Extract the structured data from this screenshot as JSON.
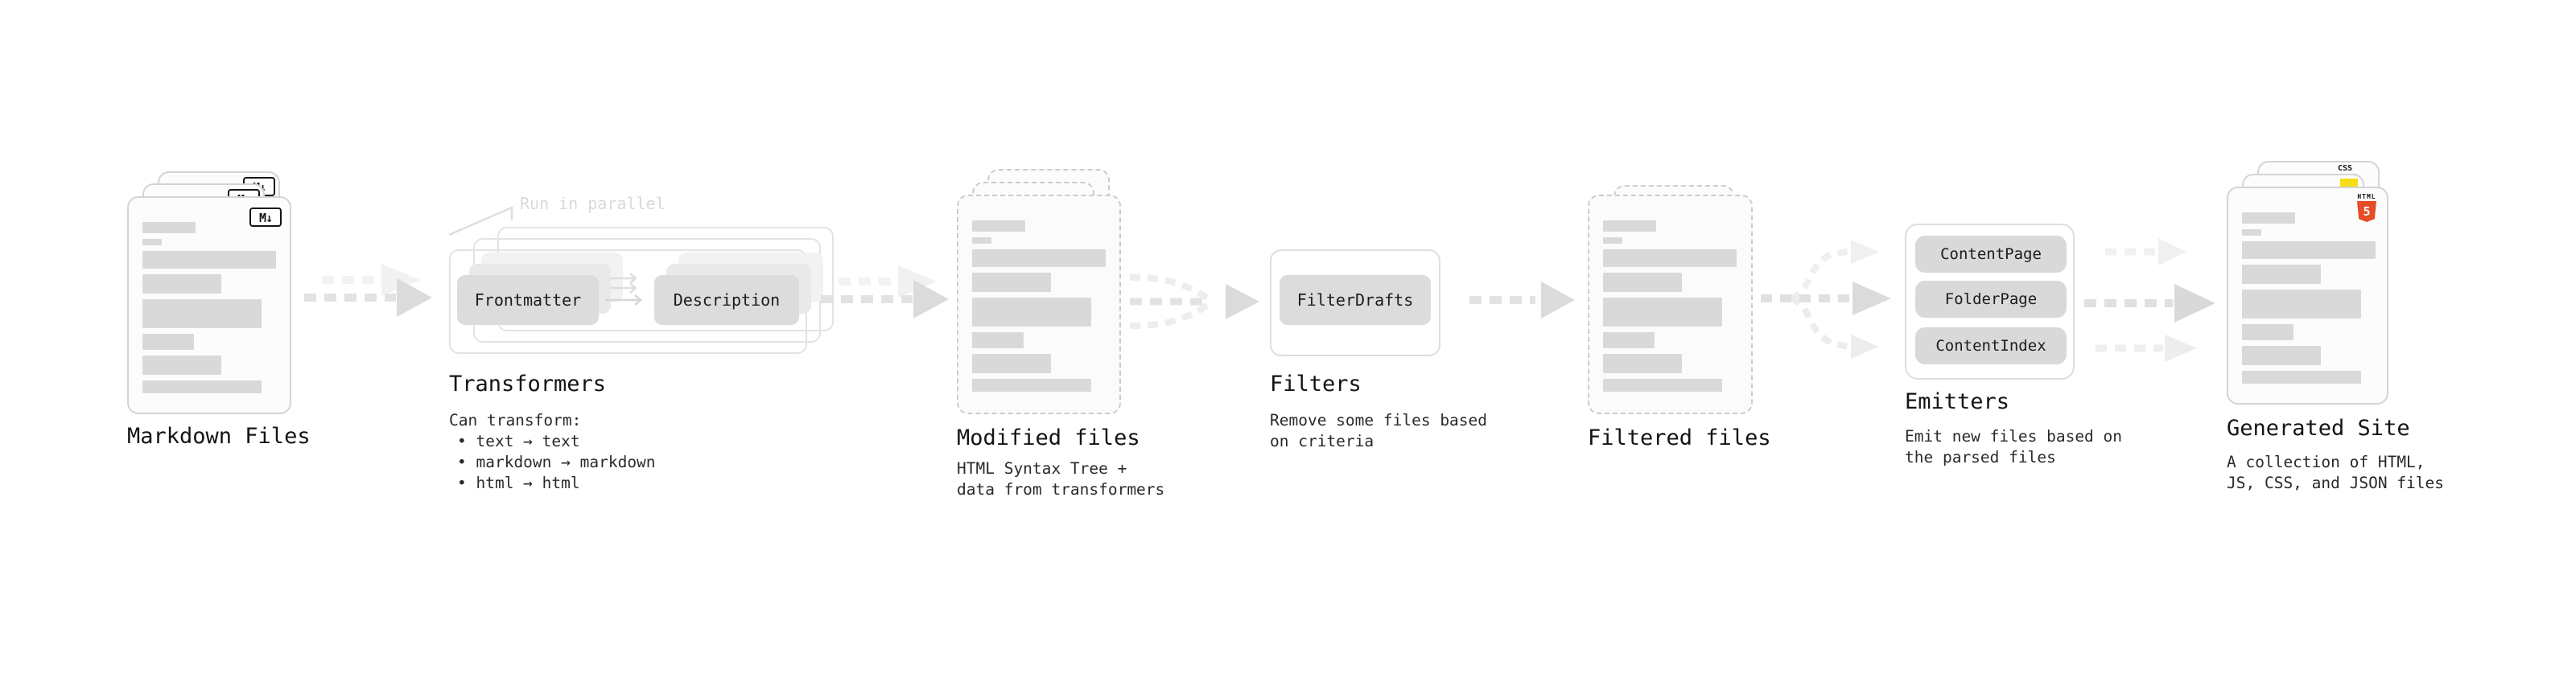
{
  "nodes": {
    "markdown_files": {
      "title": "Markdown Files",
      "badge": "M↓"
    },
    "transformers": {
      "title": "Transformers",
      "note": "Run in parallel",
      "transformer_1": "Frontmatter",
      "transformer_2": "Description",
      "heading": "Can transform:",
      "bullets": [
        "• text → text",
        "• markdown → markdown",
        "• html → html"
      ]
    },
    "modified_files": {
      "title": "Modified files",
      "subtitle": "HTML Syntax Tree +\ndata from transformers"
    },
    "filters": {
      "title": "Filters",
      "filter_1": "FilterDrafts",
      "subtitle": "Remove some files based\non criteria"
    },
    "filtered_files": {
      "title": "Filtered files"
    },
    "emitters": {
      "title": "Emitters",
      "emitter_1": "ContentPage",
      "emitter_2": "FolderPage",
      "emitter_3": "ContentIndex",
      "subtitle": "Emit new files based on\nthe parsed files"
    },
    "generated_site": {
      "title": "Generated Site",
      "subtitle": "A collection of HTML,\nJS, CSS, and JSON files",
      "css_label": "CSS",
      "html_label": "HTML",
      "html5_number": "5"
    }
  },
  "colors": {
    "html5_orange": "#e44d26",
    "js_yellow": "#f5de19",
    "css_blue": "#2965f1",
    "skeleton_gray": "#d9d9d9",
    "arrow_gray": "#e2e2e2",
    "arrow_light": "#f1f1f1"
  },
  "file_card_bars": [
    {
      "w": 66,
      "h": 14
    },
    {
      "w": 24,
      "h": 8
    },
    {
      "w": 166,
      "h": 22
    },
    {
      "w": 98,
      "h": 24
    },
    {
      "w": 148,
      "h": 36
    },
    {
      "w": 64,
      "h": 20
    },
    {
      "w": 98,
      "h": 24
    },
    {
      "w": 148,
      "h": 16
    }
  ]
}
